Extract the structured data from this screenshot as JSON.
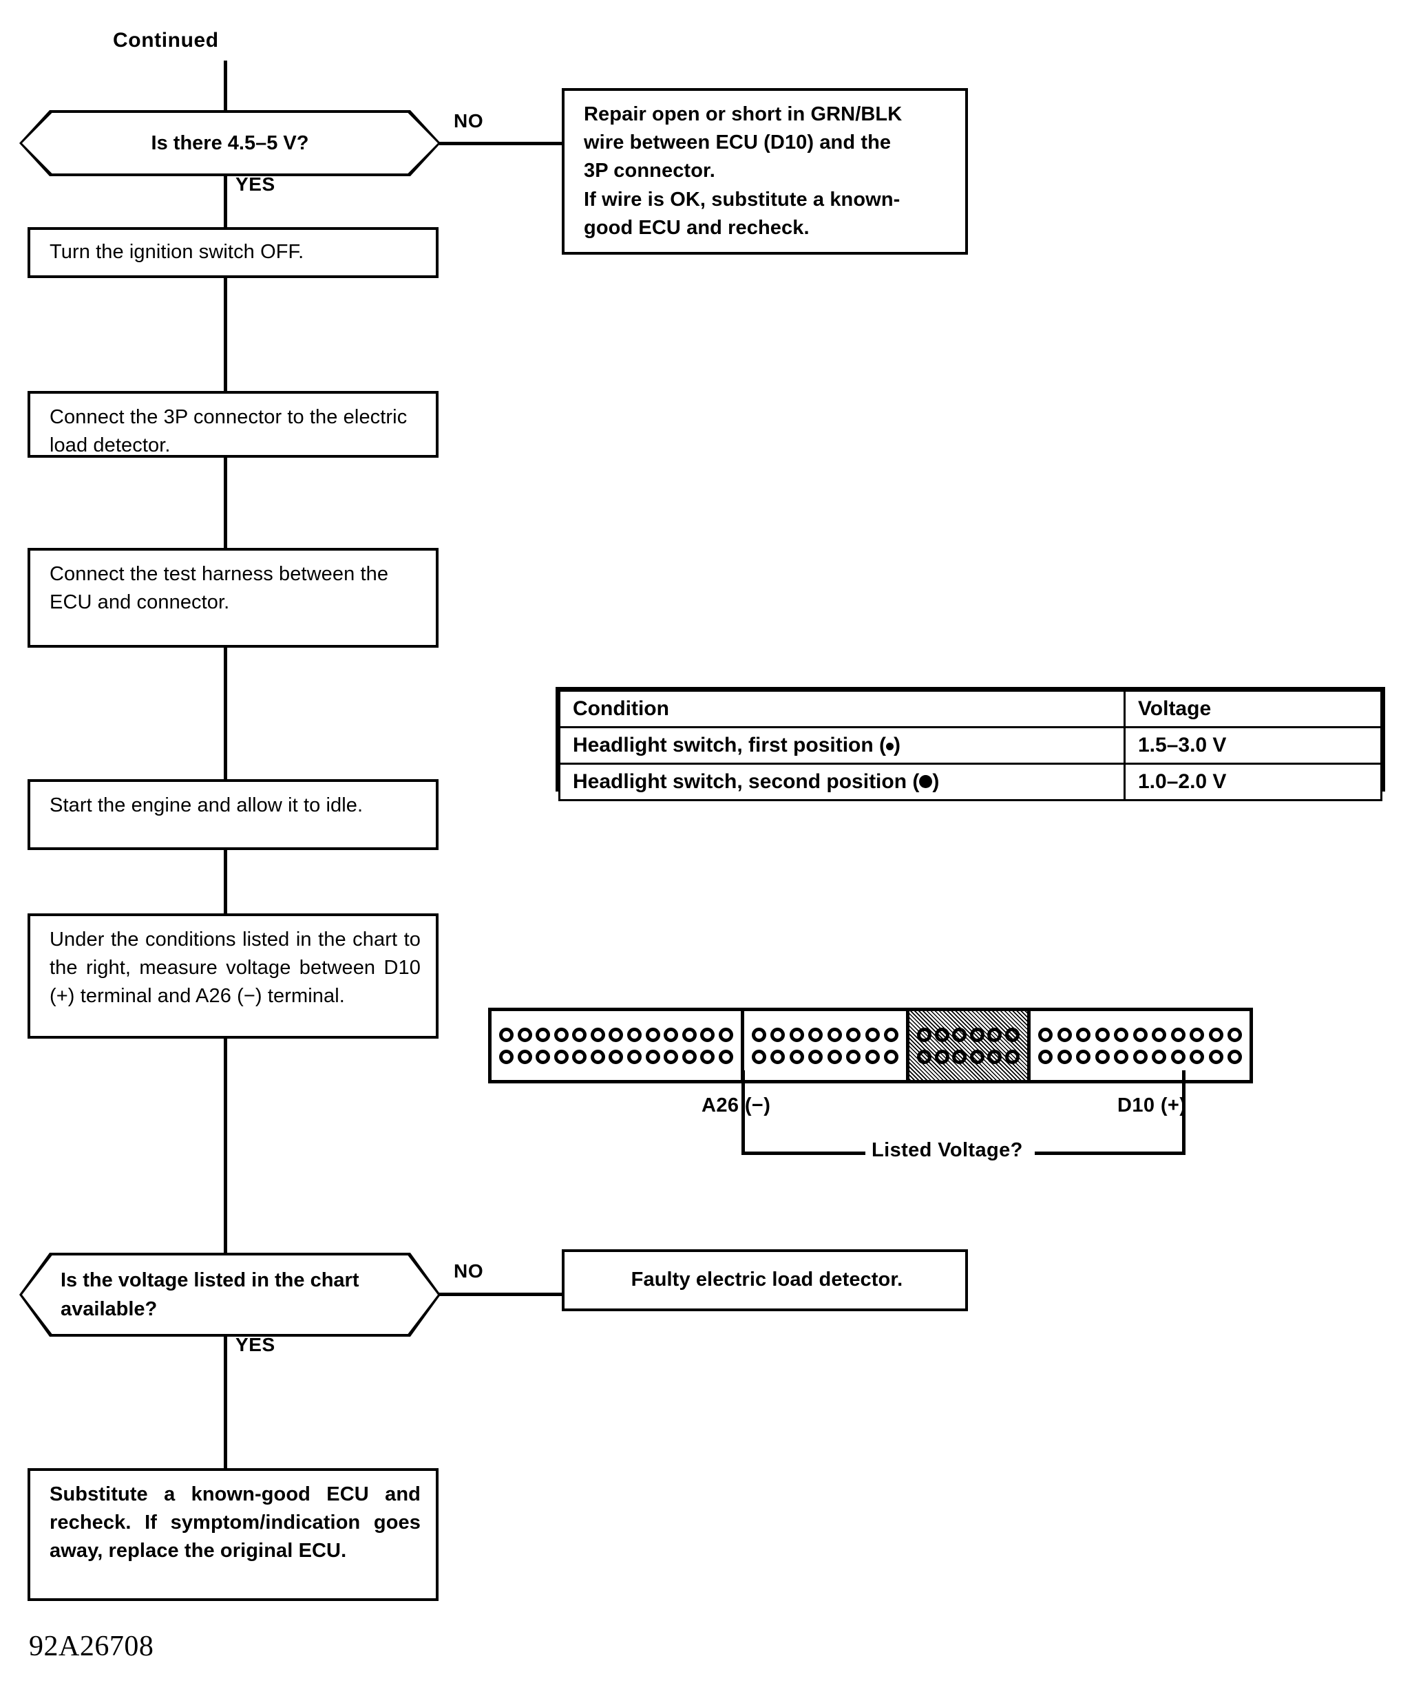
{
  "header": {
    "continued_label": "Continued"
  },
  "flow": {
    "decision1": {
      "text": "Is there 4.5–5 V?",
      "yes_label": "YES",
      "no_label": "NO"
    },
    "no_action1": "Repair open or short in GRN/BLK wire between ECU (D10) and the 3P connector.\nIf wire is OK, substitute a known-good ECU and recheck.",
    "no_action1_lines": [
      "Repair open or short in GRN/BLK",
      "wire between ECU (D10) and the",
      "3P connector.",
      "If wire is OK, substitute a known-",
      "good ECU and recheck."
    ],
    "step1": "Turn the ignition switch OFF.",
    "step2": "Connect the 3P connector to the electric load detector.",
    "step3": "Connect the test harness between the ECU and connector.",
    "step4": "Start the engine and allow it to idle.",
    "step5": "Under the conditions listed in the chart to the right, measure voltage between D10 (+) terminal and A26 (−) terminal.",
    "decision2": {
      "text": "Is the voltage listed in the chart available?",
      "yes_label": "YES",
      "no_label": "NO"
    },
    "no_action2": "Faulty electric load detector.",
    "final": "Substitute a known-good ECU and recheck. If symptom/indication goes away, replace the original ECU."
  },
  "voltage_table": {
    "headers": [
      "Condition",
      "Voltage"
    ],
    "rows": [
      {
        "condition_prefix": "Headlight switch, first position (",
        "condition_suffix": ")",
        "marker": "small-dot",
        "voltage": "1.5–3.0 V"
      },
      {
        "condition_prefix": "Headlight switch, second position (",
        "condition_suffix": ")",
        "marker": "large-dot",
        "voltage": "1.0–2.0 V"
      }
    ]
  },
  "connector": {
    "blocks": [
      {
        "pins_per_row": 13,
        "rows": 2,
        "shaded": false
      },
      {
        "pins_per_row": 8,
        "rows": 2,
        "shaded": false
      },
      {
        "pins_per_row": 6,
        "rows": 2,
        "shaded": true
      },
      {
        "pins_per_row": 11,
        "rows": 2,
        "shaded": false
      }
    ],
    "left_terminal_label": "A26 (−)",
    "right_terminal_label": "D10 (+)",
    "measurement_label": "Listed Voltage?"
  },
  "page_code": "92A26708",
  "colors": {
    "ink": "#000000",
    "paper": "#ffffff"
  }
}
